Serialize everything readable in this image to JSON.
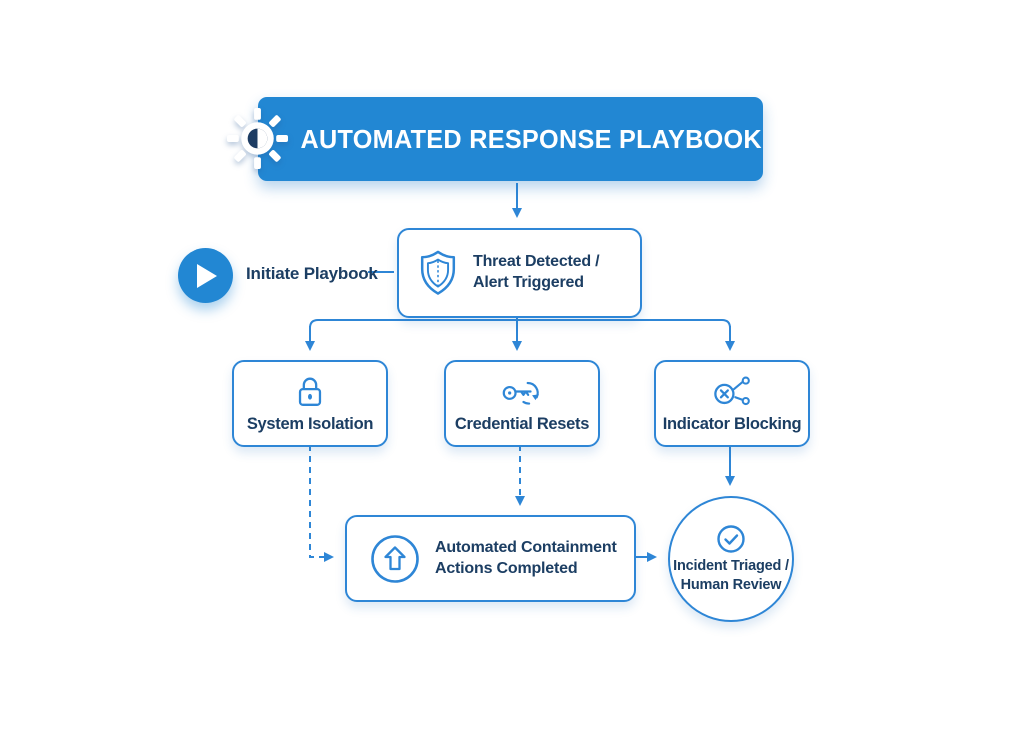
{
  "colors": {
    "primary_blue": "#2287d3",
    "line_blue": "#2e86d6",
    "navy_text": "#1c3e63",
    "node_bg": "#ffffff"
  },
  "header": {
    "title": "AUTOMATED RESPONSE PLAYBOOK",
    "icon": "gear-icon"
  },
  "initiate": {
    "label": "Initiate Playbook",
    "icon": "play-icon"
  },
  "nodes": {
    "threat": {
      "line1": "Threat Detected /",
      "line2": "Alert Triggered",
      "icon": "shield-icon"
    },
    "isolation": {
      "label": "System Isolation",
      "icon": "lock-icon"
    },
    "credentials": {
      "label": "Credential Resets",
      "icon": "key-reset-icon"
    },
    "blocking": {
      "label": "Indicator Blocking",
      "icon": "blocked-indicator-icon"
    },
    "containment": {
      "line1": "Automated Containment",
      "line2": "Actions Completed",
      "icon": "arrow-up-circle-icon"
    },
    "triage": {
      "line1": "Incident Triaged /",
      "line2": "Human Review",
      "icon": "check-circle-icon"
    }
  },
  "edges": [
    {
      "from": "header",
      "to": "threat",
      "style": "solid-arrow"
    },
    {
      "from": "initiate",
      "to": "threat",
      "style": "solid-line"
    },
    {
      "from": "threat",
      "to": "isolation",
      "style": "solid-arrow"
    },
    {
      "from": "threat",
      "to": "credentials",
      "style": "solid-arrow"
    },
    {
      "from": "threat",
      "to": "blocking",
      "style": "solid-arrow"
    },
    {
      "from": "isolation",
      "to": "containment",
      "style": "dashed-arrow"
    },
    {
      "from": "credentials",
      "to": "containment",
      "style": "dashed-arrow"
    },
    {
      "from": "blocking",
      "to": "triage",
      "style": "solid-arrow"
    },
    {
      "from": "containment",
      "to": "triage",
      "style": "solid-arrow"
    }
  ]
}
